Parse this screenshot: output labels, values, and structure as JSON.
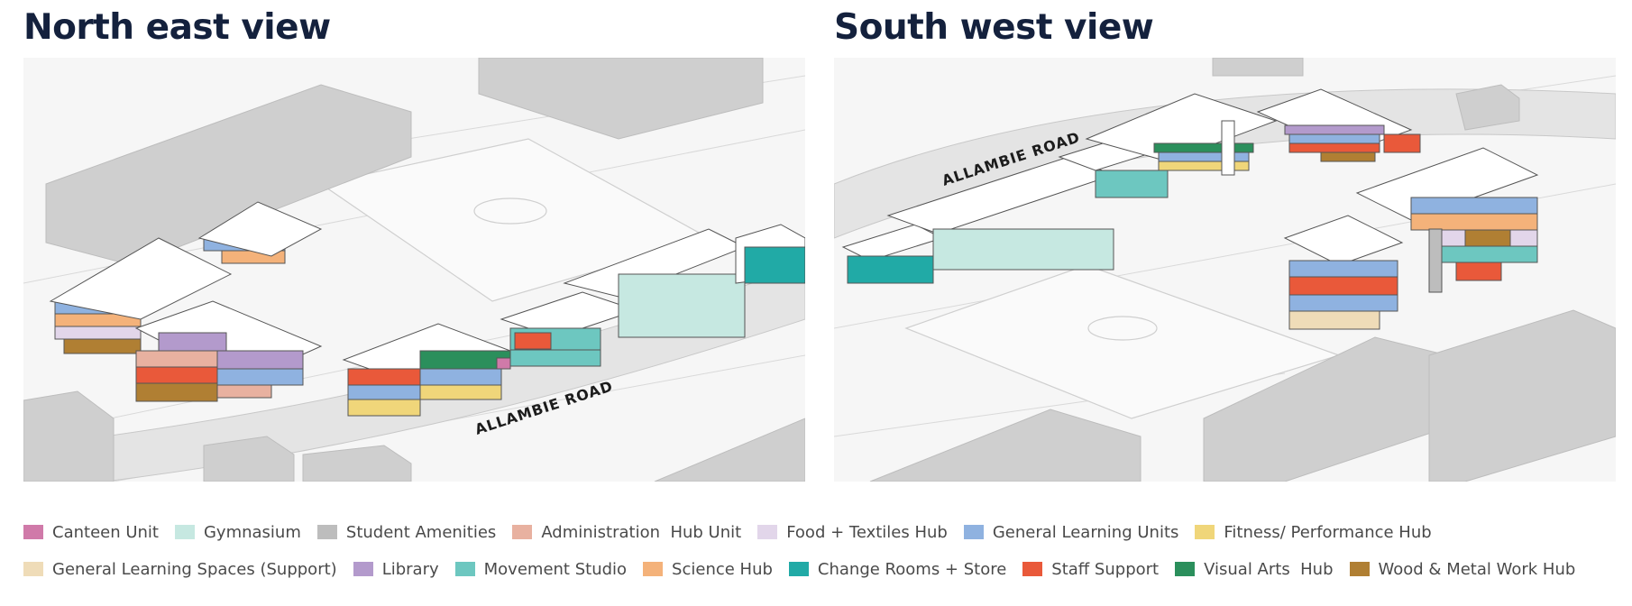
{
  "views": [
    {
      "title": "North east view",
      "road_label": "ALLAMBIE ROAD"
    },
    {
      "title": "South west view",
      "road_label": "ALLAMBIE ROAD"
    }
  ],
  "legend": {
    "row1": [
      {
        "label": "Canteen Unit",
        "color": "#d07aa9"
      },
      {
        "label": "Gymnasium",
        "color": "#c6e8e1"
      },
      {
        "label": "Student Amenities",
        "color": "#bdbdbd"
      },
      {
        "label": "Administration  Hub Unit",
        "color": "#e8b1a0"
      },
      {
        "label": "Food + Textiles Hub",
        "color": "#e2d6ea"
      },
      {
        "label": "General Learning Units",
        "color": "#8fb2e0"
      },
      {
        "label": "Fitness/ Performance Hub",
        "color": "#f0d67a"
      }
    ],
    "row2": [
      {
        "label": "General Learning Spaces (Support)",
        "color": "#efdcb8"
      },
      {
        "label": "Library",
        "color": "#b39acc"
      },
      {
        "label": "Movement Studio",
        "color": "#6dc7c0"
      },
      {
        "label": "Science Hub",
        "color": "#f4b27a"
      },
      {
        "label": "Change Rooms + Store",
        "color": "#21aaa6"
      },
      {
        "label": "Staff Support",
        "color": "#e9593a"
      },
      {
        "label": "Visual Arts  Hub",
        "color": "#2b8f5c"
      },
      {
        "label": "Wood & Metal Work Hub",
        "color": "#b07f33"
      }
    ]
  }
}
